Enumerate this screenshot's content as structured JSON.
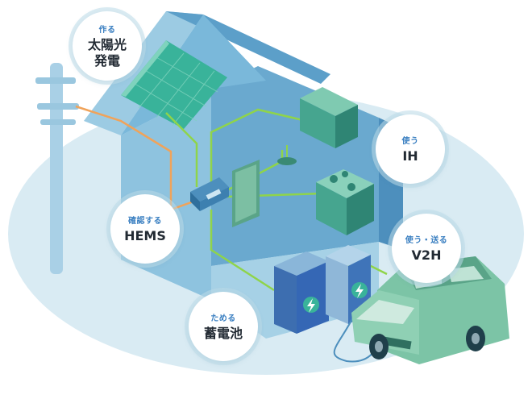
{
  "colors": {
    "sky": "#d9ebf3",
    "wall_light": "#8ec3df",
    "wall_mid": "#6aa9cf",
    "wall_dark": "#4d8fbd",
    "solar": "#39b39a",
    "appliance": "#46a58f",
    "appliance_side": "#2f8574",
    "battery_front": "#3567b5",
    "car": "#7cc4a6",
    "green_line": "#8fd44a",
    "orange_line": "#f0a35a",
    "bubble_sub": "#3a7fc1"
  },
  "labels": {
    "solar": {
      "sub": "作る",
      "main_line1": "太陽光",
      "main_line2": "発電"
    },
    "ih": {
      "sub": "使う",
      "main": "IH"
    },
    "hems": {
      "sub": "確認する",
      "main": "HEMS"
    },
    "v2h": {
      "sub": "使う・送る",
      "main": "V2H"
    },
    "battery": {
      "sub": "ためる",
      "main": "蓄電池"
    }
  },
  "icons": [
    "utility-pole-icon",
    "solar-panel-icon",
    "hems-device-icon",
    "air-conditioner-icon",
    "ih-cooktop-icon",
    "ceiling-light-icon",
    "storage-battery-icon",
    "v2h-charger-icon",
    "electric-car-icon",
    "lightning-bolt-icon"
  ]
}
